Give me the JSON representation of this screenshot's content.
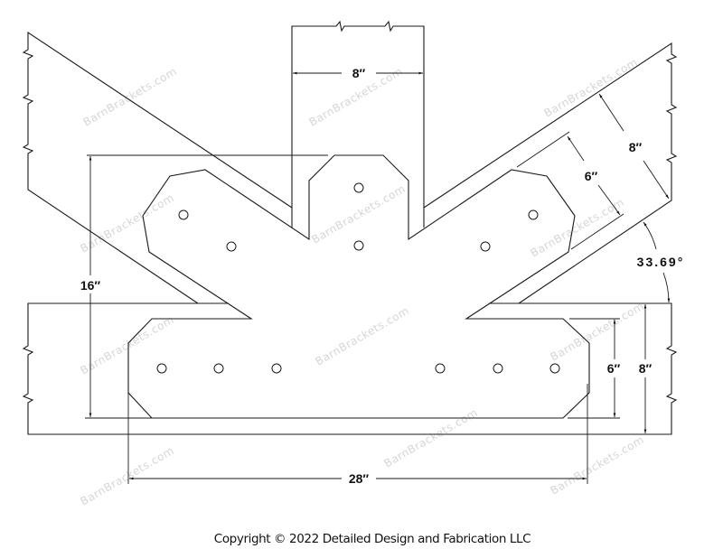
{
  "drawing": {
    "watermark": "BarnBrackets.com",
    "dimensions": {
      "post_width": "8″",
      "bracket_height": "16″",
      "brace_depth": "8″",
      "brace_plate": "6″",
      "angle": "33.69°",
      "beam_plate": "6″",
      "beam_depth": "8″",
      "bracket_length": "28″"
    },
    "copyright": "Copyright © 2022 Detailed Design and Fabrication LLC"
  }
}
